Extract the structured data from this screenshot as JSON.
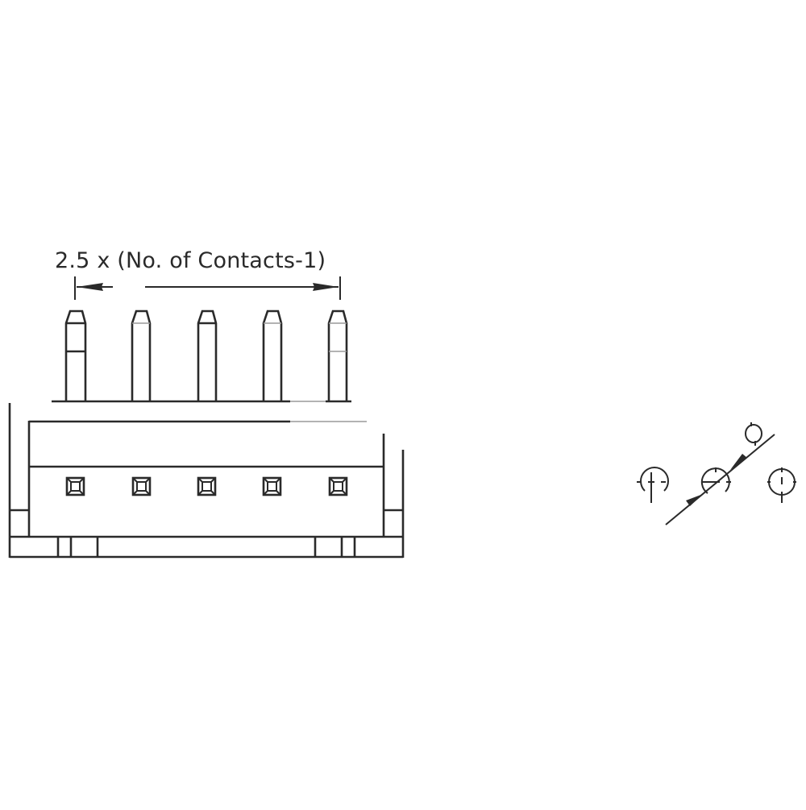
{
  "drawing": {
    "dimension_label": "2.5 x (No. of Contacts-1)",
    "contact_count": 5,
    "line_color": "#2a2a2a",
    "background_color": "#ffffff"
  },
  "views": {
    "front_view": "connector-pin-header-front",
    "projection_symbols": [
      "first-angle-circle",
      "center-circle-with-leader",
      "third-angle-circle"
    ]
  }
}
